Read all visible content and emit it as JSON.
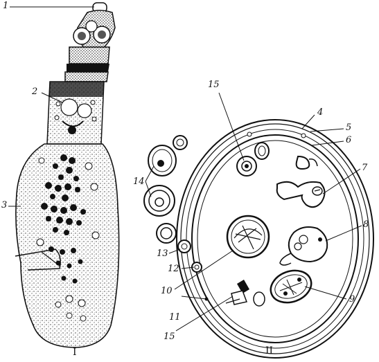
{
  "panels": {
    "left": "I",
    "right": "II"
  },
  "labels": [
    {
      "id": "l1",
      "text": "1"
    },
    {
      "id": "l2",
      "text": "2"
    },
    {
      "id": "l3",
      "text": "3"
    },
    {
      "id": "l4",
      "text": "4"
    },
    {
      "id": "l5",
      "text": "5"
    },
    {
      "id": "l6",
      "text": "6"
    },
    {
      "id": "l7",
      "text": "7"
    },
    {
      "id": "l8",
      "text": "8"
    },
    {
      "id": "l9",
      "text": "9"
    },
    {
      "id": "l10",
      "text": "10"
    },
    {
      "id": "l11",
      "text": "11"
    },
    {
      "id": "l12",
      "text": "12"
    },
    {
      "id": "l13",
      "text": "13"
    },
    {
      "id": "l14",
      "text": "14"
    },
    {
      "id": "l15a",
      "text": "15"
    },
    {
      "id": "l15b",
      "text": "15"
    }
  ]
}
